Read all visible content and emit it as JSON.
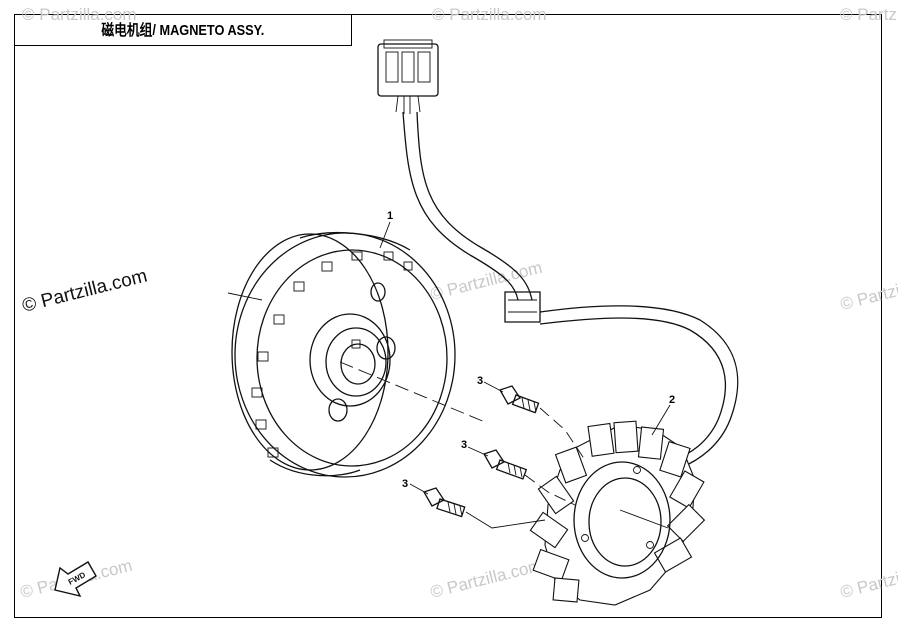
{
  "title": "磁电机组/ MAGNETO ASSY.",
  "watermark_main": "© Partzilla.com",
  "watermark_faint": "© Partzilla.com",
  "callouts": {
    "flywheel": "1",
    "stator": "2",
    "bolt_top": "3",
    "bolt_middle": "3",
    "bolt_bottom": "3"
  },
  "fwd_label": "FWD"
}
